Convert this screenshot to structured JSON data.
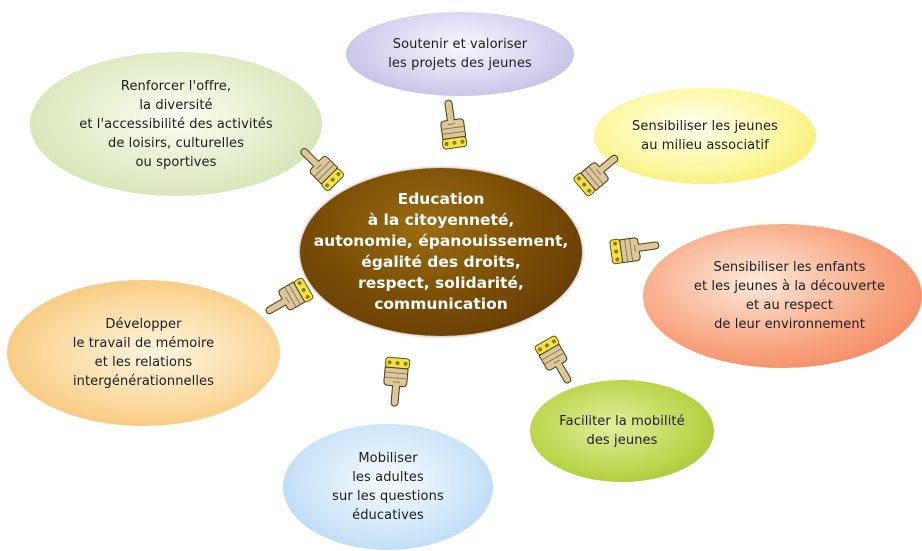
{
  "center": {
    "text": "Education\nà la citoyenneté,\nautonomie, épanouissement,\négalité des droits,\nrespect, solidarité,\ncommunication"
  },
  "nodes": {
    "top": "Soutenir et valoriser\nles projets des jeunes",
    "top_left": "Renforcer l'offre,\nla diversité\net l'accessibilité des activités\nde loisirs, culturelles\nou sportives",
    "top_right": "Sensibiliser les jeunes\nau milieu associatif",
    "right": "Sensibiliser les enfants\net les jeunes à la découverte\net au respect\nde leur environnement",
    "bottom_right": "Faciliter la mobilité\ndes jeunes",
    "bottom": "Mobiliser\nles adultes\nsur les questions\néducatives",
    "left": "Développer\nle travail de mémoire\net les relations\nintergénérationnelles"
  },
  "colors": {
    "center": "#7c4f06",
    "top": "#d4d2ef",
    "top_left": "#e1ecc7",
    "top_right": "#fcf79b",
    "right": "#f8a47f",
    "bottom_right": "#b9d54a",
    "bottom": "#cfe6f9",
    "left": "#fbd79a",
    "hand": "#dcc79a",
    "cuff": "#f3e24a"
  },
  "icons": {
    "connector": "pointing-hand-icon"
  }
}
